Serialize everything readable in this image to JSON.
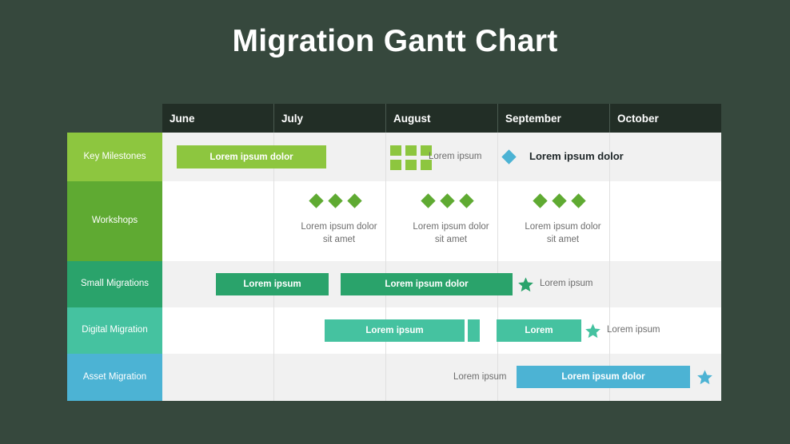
{
  "title": "Migration Gantt Chart",
  "colors": {
    "background": "#36483d",
    "header_bar": "#222e26",
    "row_gray": "#f1f1f1",
    "row_white": "#ffffff",
    "key_milestones": "#8dc63f",
    "workshops": "#5faa32",
    "small_migrations": "#2aa36b",
    "digital_migration": "#45c2a0",
    "asset_migration": "#4cb3d4",
    "milestone_diamond": "#4cb3d4",
    "text_muted": "#6d6d6d",
    "text_dark": "#20282a"
  },
  "months": [
    {
      "label": "June"
    },
    {
      "label": "July"
    },
    {
      "label": "August"
    },
    {
      "label": "September"
    },
    {
      "label": "October"
    }
  ],
  "rows": [
    {
      "label": "Key\nMilestones",
      "color": "#8dc63f",
      "bars": [
        {
          "text": "Lorem ipsum dolor",
          "color": "#8dc63f"
        }
      ],
      "squares_label": "Lorem ipsum",
      "milestone_label": "Lorem ipsum dolor"
    },
    {
      "label": "Workshops",
      "color": "#5faa32",
      "groups": [
        {
          "caption": "Lorem ipsum dolor\nsit amet",
          "diamonds": 3
        },
        {
          "caption": "Lorem ipsum dolor\nsit amet",
          "diamonds": 3
        },
        {
          "caption": "Lorem ipsum dolor\nsit amet",
          "diamonds": 3
        }
      ]
    },
    {
      "label": "Small Migrations",
      "color": "#2aa36b",
      "bars": [
        {
          "text": "Lorem ipsum",
          "color": "#2aa36b"
        },
        {
          "text": "Lorem ipsum dolor",
          "color": "#2aa36b"
        }
      ],
      "star_label": "Lorem ipsum"
    },
    {
      "label": "Digital Migration",
      "color": "#45c2a0",
      "bars": [
        {
          "text": "Lorem ipsum",
          "color": "#45c2a0"
        },
        {
          "text": "",
          "color": "#45c2a0"
        },
        {
          "text": "Lorem",
          "color": "#45c2a0"
        }
      ],
      "star_label": "Lorem ipsum"
    },
    {
      "label": "Asset\nMigration",
      "color": "#4cb3d4",
      "lead_label": "Lorem ipsum",
      "bars": [
        {
          "text": "Lorem ipsum dolor",
          "color": "#4cb3d4"
        }
      ]
    }
  ]
}
